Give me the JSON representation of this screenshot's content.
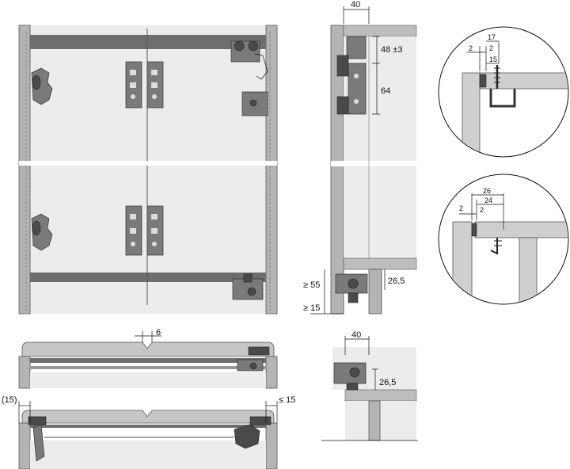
{
  "dimensions": {
    "top_40": "40",
    "h_48": "48 ±3",
    "h_64": "64",
    "ge55": "≥ 55",
    "d26_5_a": "26,5",
    "ge15": "≥ 15",
    "d6": "6",
    "p15": "(15)",
    "le15": "≤ 15",
    "bot_40": "40",
    "d26_5_b": "26,5",
    "c1_17": "17",
    "c1_2a": "2",
    "c1_2b": "2",
    "c1_15": "15",
    "c2_26": "26",
    "c2_24": "24",
    "c2_2a": "2",
    "c2_2b": "2"
  }
}
